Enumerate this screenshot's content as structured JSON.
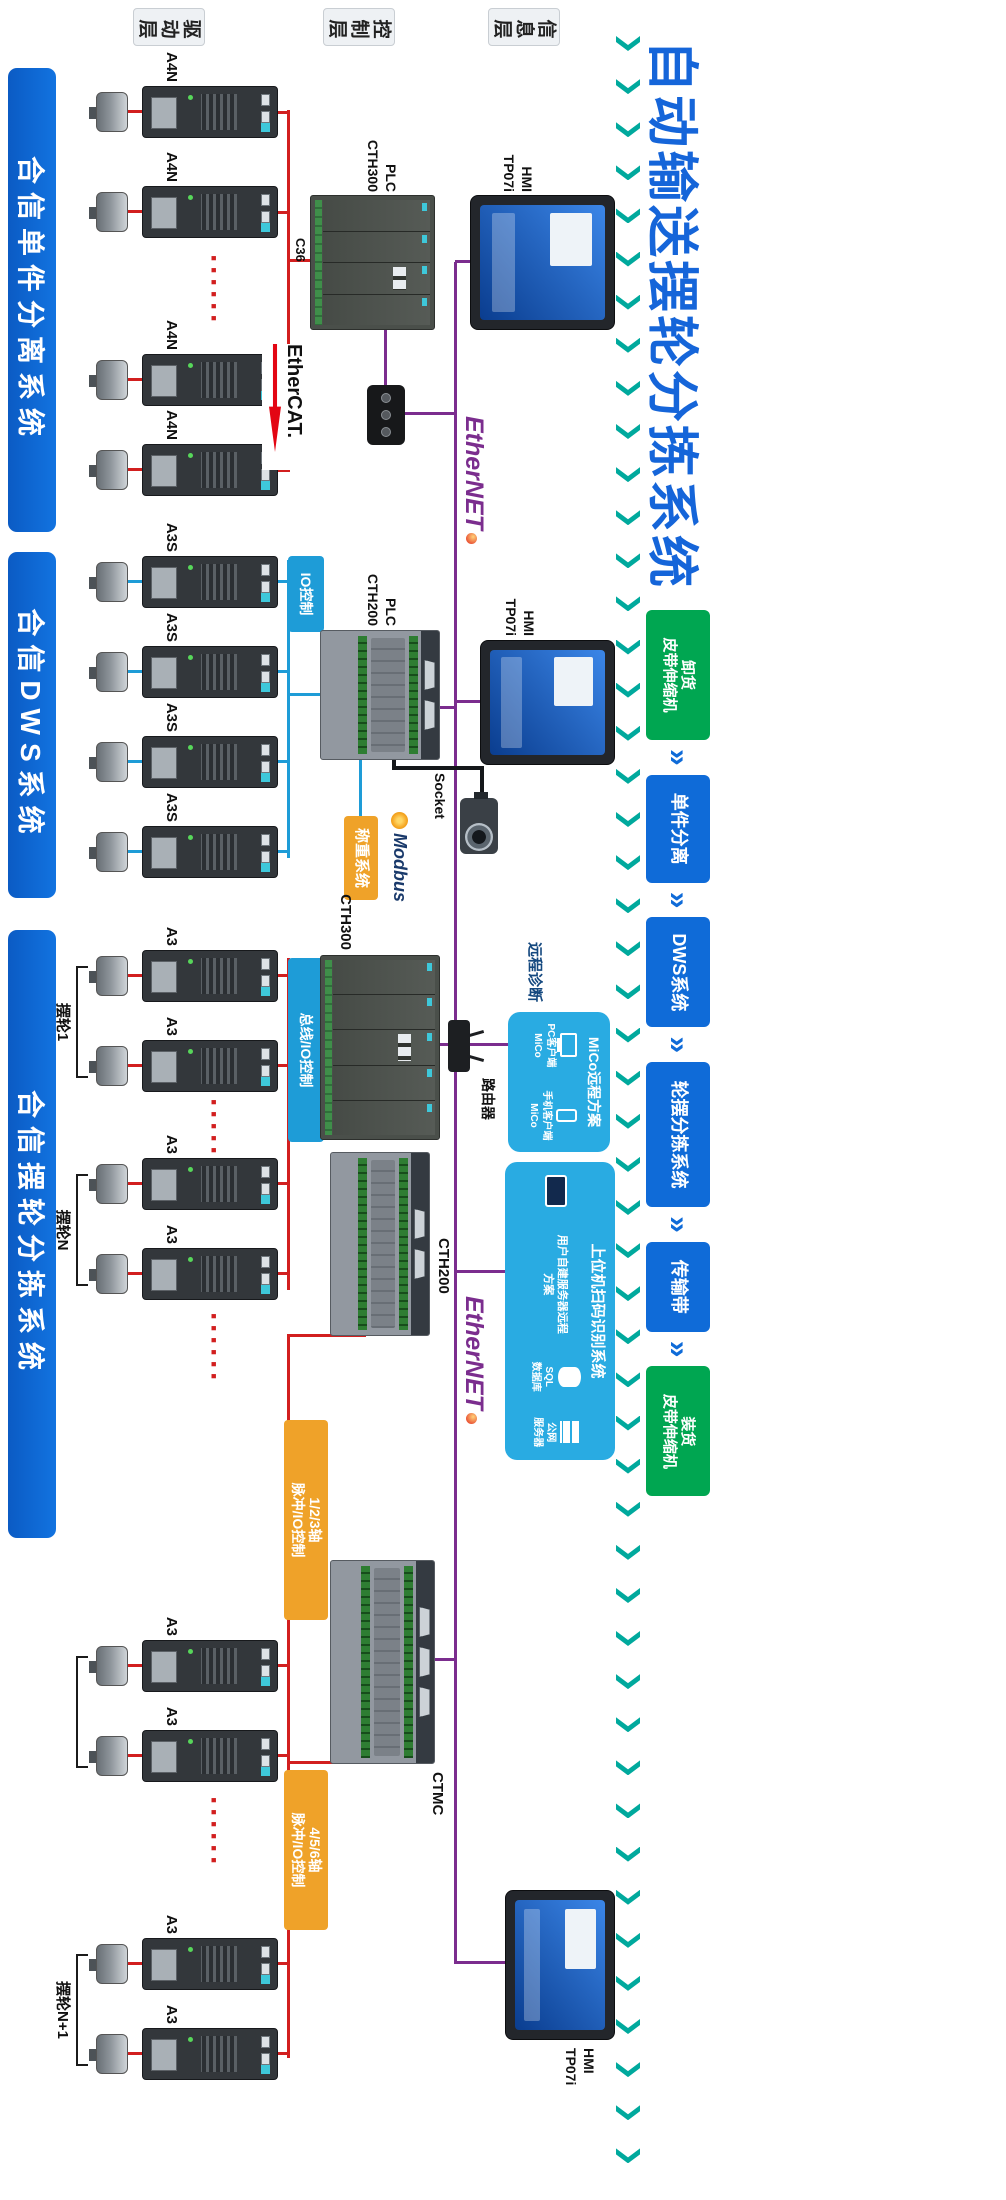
{
  "title": "自动输送摆轮分拣系统",
  "layers": {
    "info": "信息层",
    "control": "控制层",
    "drive": "驱动层"
  },
  "banners": [
    {
      "label": "合信单件分离系统"
    },
    {
      "label": "合信DWS系统"
    },
    {
      "label": "合信摆轮分拣系统"
    }
  ],
  "flow": {
    "steps": [
      {
        "label": "卸货\n皮带伸缩机",
        "type": "green"
      },
      {
        "label": "单件分离",
        "type": "blue"
      },
      {
        "label": "DWS系统",
        "type": "blue"
      },
      {
        "label": "轮摆分拣系统",
        "type": "blue"
      },
      {
        "label": "传输带",
        "type": "blue"
      },
      {
        "label": "装货\n皮带伸缩机",
        "type": "green"
      }
    ],
    "arrow": "»"
  },
  "decor": {
    "dots": "······"
  },
  "sections": {
    "sep": {
      "drives": [
        "A4N",
        "A4N",
        "A4N",
        "A4N"
      ],
      "bus_label": "C36",
      "plc_label": "PLC\nCTH300",
      "hmi_label": "HMI\nTP07i",
      "fieldbus": "EtherCAT.",
      "ethernet": "EtherNET"
    },
    "dws": {
      "drives": [
        "A3S",
        "A3S",
        "A3S",
        "A3S"
      ],
      "io_label": "IO控制",
      "plc_label": "PLC\nCTH200",
      "hmi_label": "HMI\nTP07i",
      "socket_label": "Socket",
      "modbus_label": "Modbus",
      "weigh_label": "称重系统"
    },
    "sort": {
      "drives": [
        "A3",
        "A3",
        "A3",
        "A3",
        "A3",
        "A3",
        "A3",
        "A3"
      ],
      "groups": [
        "摆轮1",
        "摆轮N",
        "摆轮N+1"
      ],
      "bus_box": "总线/IO控制",
      "pulse_box_a": "1/2/3轴\n脉冲/IO控制",
      "pulse_box_b": "4/5/6轴\n脉冲/IO控制",
      "plc_a": "CTH300",
      "plc_b": "CTH200",
      "plc_c": "CTMC",
      "router": "路由器",
      "remote": "远程诊断",
      "ethernet": "EtherNET",
      "hmi_label": "HMI\nTP07i",
      "mico": {
        "title": "MiCo远程方案",
        "pc": "PC客户端",
        "pc_sub": "MiCo",
        "phone": "手机客户端",
        "phone_sub": "MiCo"
      },
      "host": {
        "title": "上位机扫码识别系统",
        "plan": "用户自建服务器远程方案",
        "sql": "SQL\n数据库",
        "server": "公网\n服务器"
      }
    }
  },
  "colors": {
    "accent_blue": "#0F6BD8",
    "green": "#00A651",
    "teal": "#00A99D",
    "purple": "#7B2D8E",
    "red": "#D21F1F",
    "cable_blue": "#1E9CD7",
    "cloud": "#29ABE2",
    "amber": "#EFA229"
  }
}
